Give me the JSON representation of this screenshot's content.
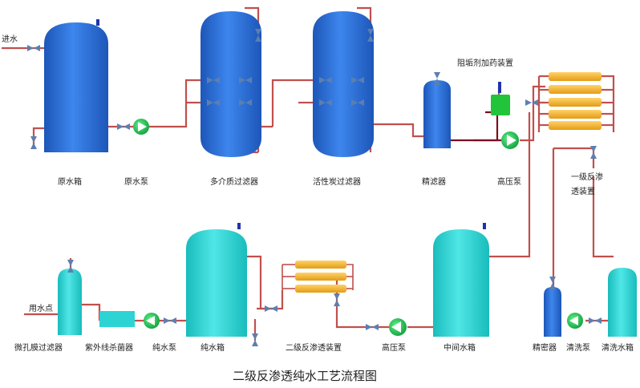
{
  "title": "二级反渗透纯水工艺流程图",
  "labels": {
    "inlet": "进水",
    "raw_tank": "原水箱",
    "raw_pump": "原水泵",
    "multimedia_filter": "多介质过滤器",
    "carbon_filter": "活性炭过滤器",
    "precision_filter_1": "精滤器",
    "dosing_device": "阻垢剂加药装置",
    "hp_pump_1": "高压泵",
    "ro1_device_line1": "一级反渗",
    "ro1_device_line2": "透装置",
    "use_point": "用水点",
    "micro_filter": "微孔膜过滤器",
    "uv_sterilizer": "紫外线杀菌器",
    "pure_pump": "纯水泵",
    "pure_tank": "纯水箱",
    "ro2_device": "二级反渗透装置",
    "hp_pump_2": "高压泵",
    "mid_tank": "中间水箱",
    "precision_filter_2": "精密器",
    "clean_pump": "清洗泵",
    "clean_tank": "清洗水箱"
  },
  "colors": {
    "vessel_blue": "#2a6fd6",
    "vessel_cyan": "#2ed3d3",
    "pipe": "#c0504d",
    "pipe_dark": "#7a1020",
    "pump_green": "#1db84a",
    "membrane": "#f3b72f",
    "dosing_green": "#22c43a",
    "valve": "#5c7fb0"
  }
}
